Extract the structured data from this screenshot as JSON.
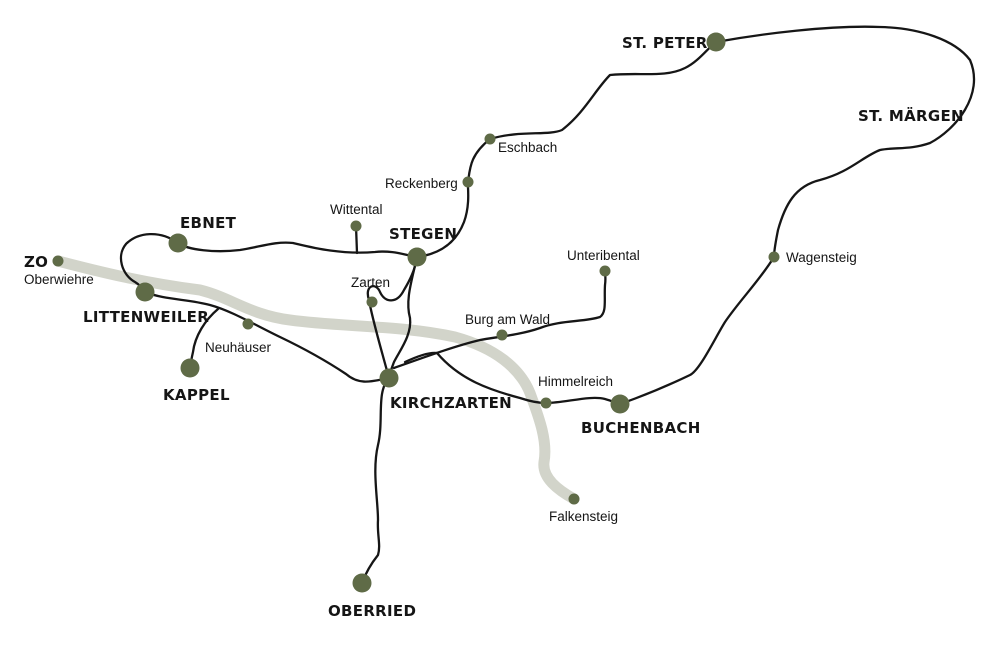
{
  "places": {
    "zo": "ZO",
    "oberwiehre": "Oberwiehre",
    "ebnet": "EBNET",
    "littenweiler": "LITTENWEILER",
    "kappel": "KAPPEL",
    "neuhaeuser": "Neuhäuser",
    "wittental": "Wittental",
    "stegen": "STEGEN",
    "zarten": "Zarten",
    "reckenberg": "Reckenberg",
    "eschbach": "Eschbach",
    "st_peter": "ST. PETER",
    "st_maergen": "ST. MÄRGEN",
    "wagensteig": "Wagensteig",
    "unteribental": "Unteribental",
    "burg_am_wald": "Burg am Wald",
    "kirchzarten": "KIRCHZARTEN",
    "himmelreich": "Himmelreich",
    "buchenbach": "BUCHENBACH",
    "falkensteig": "Falkensteig",
    "oberried": "OBERRIED"
  },
  "colors": {
    "road": "#161616",
    "rail": "#d2d4ca",
    "marker": "#5f6b47",
    "label": "#151515",
    "background": "#ffffff"
  }
}
